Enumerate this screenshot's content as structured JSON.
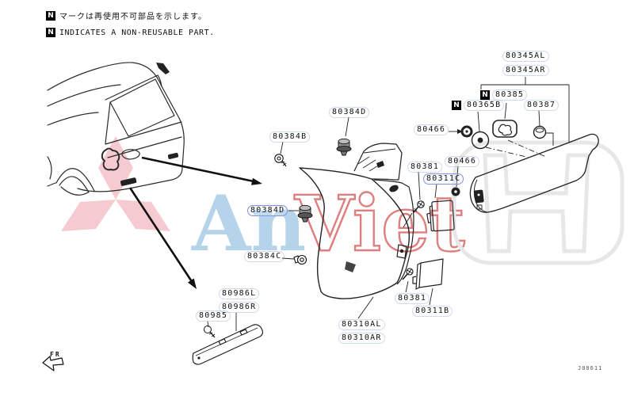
{
  "header": {
    "badge": "N",
    "line1_jp": "マークは再使用不可部品を示します。",
    "line2_en": "INDICATES A NON-REUSABLE PART."
  },
  "badges": {
    "n": "N"
  },
  "parts": {
    "garnish_al": "80345AL",
    "garnish_ar": "80345AR",
    "grommet_385": "80385",
    "grommet_365b": "80365B",
    "washer_387": "80387",
    "grommet_466_upper": "80466",
    "nut_466_lower": "80466",
    "screw_381_upper": "80381",
    "screw_381_lower": "80381",
    "bracket_311c": "80311C",
    "bracket_311b": "80311B",
    "clip_384d_upper": "80384D",
    "clip_384d_lower": "80384D",
    "screw_384b": "80384B",
    "screw_384c": "80384C",
    "lamp_310al": "80310AL",
    "lamp_310ar": "80310AR",
    "reflector_986l": "80986L",
    "reflector_986r": "80986R",
    "screw_985": "80985"
  },
  "watermark": {
    "an": "An",
    "viet": "Viet"
  },
  "footer": {
    "orientation": "FR",
    "code": "J00611"
  },
  "colors": {
    "line": "#2b2b2b",
    "label_box": "#7f93de",
    "an_blue": "#b5d3e9",
    "viet_red": "#df7e7e",
    "mitsubishi_pink": "#f6cbcf",
    "honda_gray": "#e7e7ea"
  }
}
